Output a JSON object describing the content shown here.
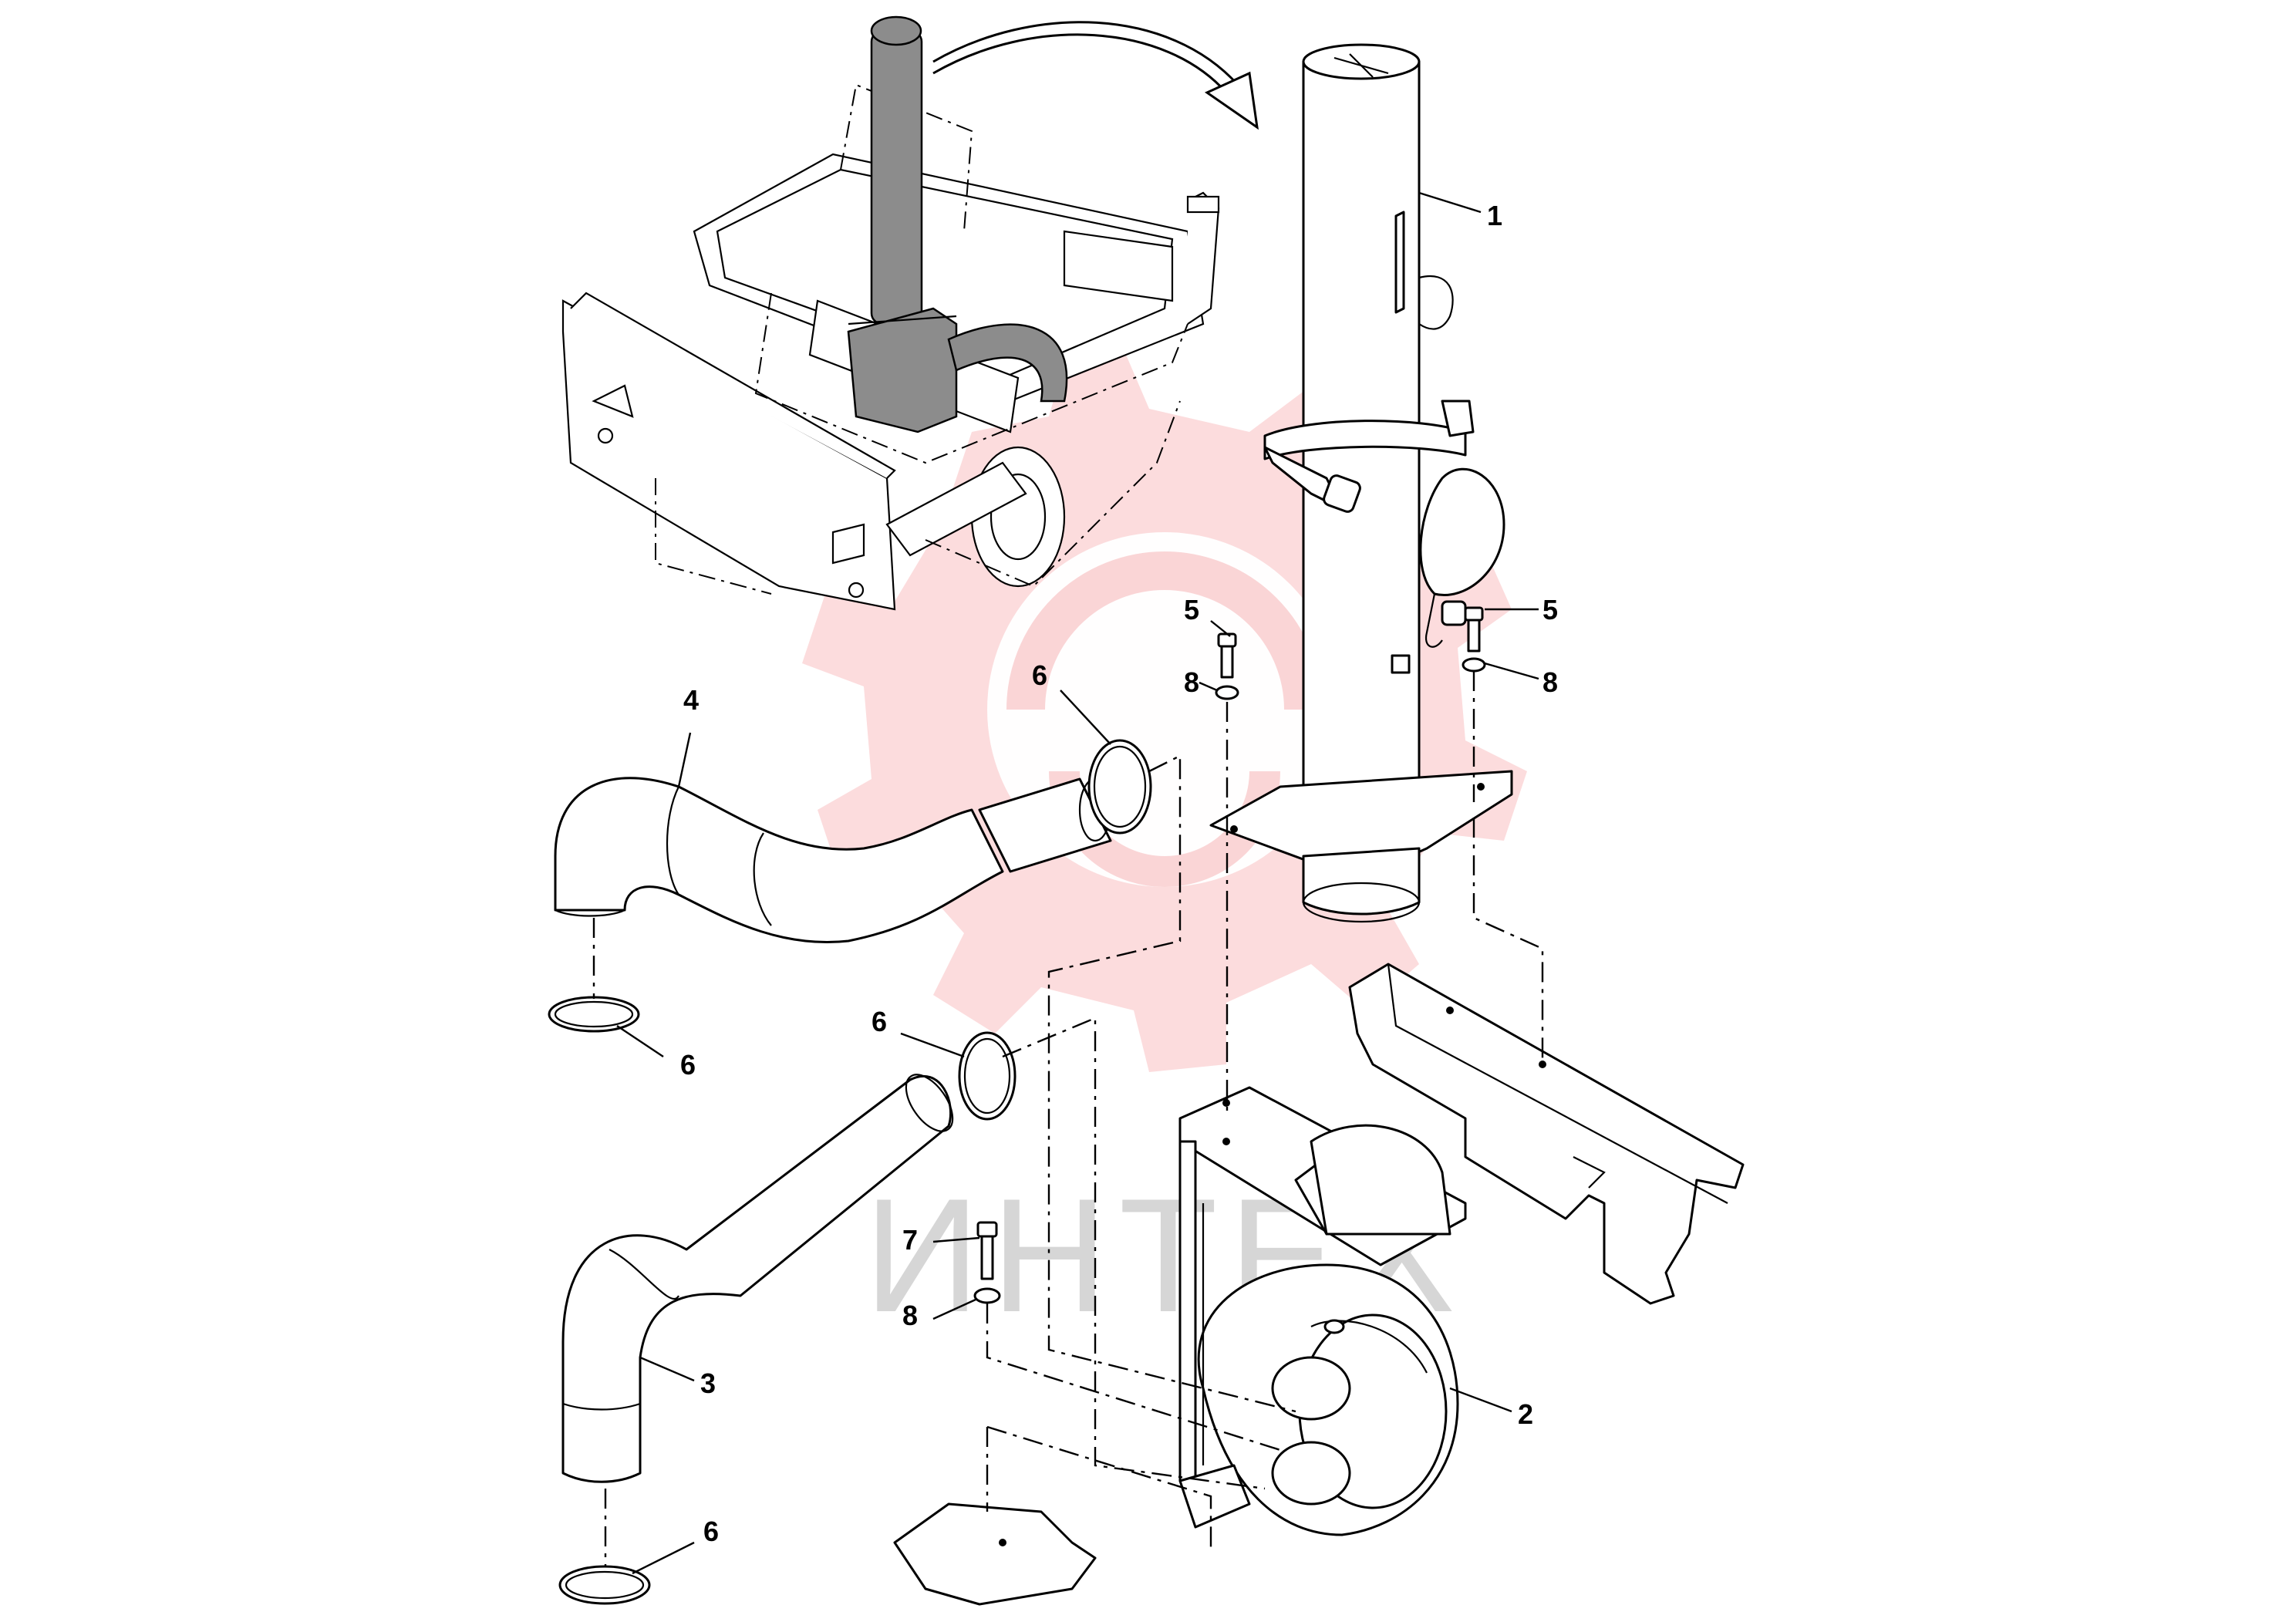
{
  "diagram": {
    "callouts": [
      {
        "id": "c1",
        "text": "1"
      },
      {
        "id": "c2",
        "text": "2"
      },
      {
        "id": "c3",
        "text": "3"
      },
      {
        "id": "c4",
        "text": "4"
      },
      {
        "id": "c5a",
        "text": "5"
      },
      {
        "id": "c5b",
        "text": "5"
      },
      {
        "id": "c6a",
        "text": "6"
      },
      {
        "id": "c6b",
        "text": "6"
      },
      {
        "id": "c6c",
        "text": "6"
      },
      {
        "id": "c6d",
        "text": "6"
      },
      {
        "id": "c7",
        "text": "7"
      },
      {
        "id": "c8a",
        "text": "8"
      },
      {
        "id": "c8b",
        "text": "8"
      },
      {
        "id": "c8c",
        "text": "8"
      }
    ],
    "watermark": {
      "text": "ИНТЕХ",
      "colors": {
        "gear": "#f7b4b6",
        "text": "#c9c9c9"
      }
    }
  }
}
